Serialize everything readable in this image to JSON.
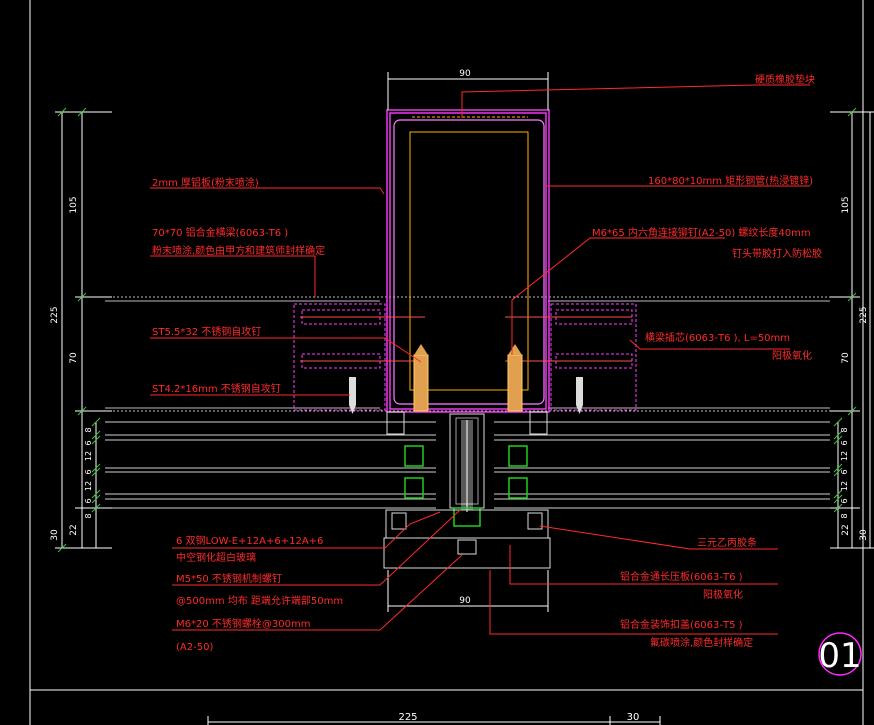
{
  "colors": {
    "background": "#000000",
    "annotation": "#ff2a2a",
    "dimension": "#ffffff",
    "steel": "#ff3cff",
    "aluminum": "#ff80ff",
    "tube_inner": "#ffb000",
    "screw": "#ffd060",
    "glass": "#cfcfcf",
    "seal": "#20d020",
    "dim_tick": "#40c040"
  },
  "labels": {
    "top_right_block": "硬质橡胶垫块",
    "plate_2mm": "2mm  厚铝板(粉末喷涂)",
    "tube_spec": "160*80*10mm  矩形钢管(热浸镀锌)",
    "beam_70": "70*70  铝合金横梁(6063-T6  )",
    "beam_70_note": "粉末喷涂,颜色由甲方和建筑师封样确定",
    "bolt_m6": "M6*65  内六角连接铆钉(A2-50)  螺纹长度40mm",
    "bolt_m6_note": "钉头带胶打入防松胶",
    "screw_st55": "ST5.5*32  不锈钢自攻钉",
    "core_spec": "横梁插芯(6063-T6  ),  L=50mm",
    "core_note": "阳极氧化",
    "screw_st42": "ST4.2*16mm  不锈钢自攻钉",
    "glass_spec": "6 双钢LOW-E+12A+6+12A+6",
    "glass_note": "中空钢化超白玻璃",
    "epdm": "三元乙丙胶条",
    "screw_m5": "M5*50  不锈钢机制螺钉",
    "screw_m5_spacing": "@500mm   均布  距端允许端部50mm",
    "pressure_plate": "铝合金通长压板(6063-T6  )",
    "pressure_plate_note": "阳极氧化",
    "bolt_m6x20": "M6*20  不锈钢螺栓@300mm",
    "bolt_m6x20_grade": "(A2-50)",
    "cover_cap": "铝合金装饰扣盖(6063-T5  )",
    "cover_cap_note": "氟碳喷涂,颜色封样确定",
    "detail_number": "01"
  },
  "dimensions": {
    "top_width": "90",
    "bottom_width": "90",
    "bottom_left": "225",
    "bottom_right": "30",
    "left_105": "105",
    "left_225": "225",
    "left_70": "70",
    "left_30": "30",
    "left_22": "22",
    "left_8": "8",
    "left_6": "6",
    "left_12": "12",
    "right_105": "105",
    "right_225": "225",
    "right_70": "70",
    "right_30": "30",
    "right_22": "22",
    "right_8": "8",
    "right_6": "6",
    "right_12": "12"
  }
}
